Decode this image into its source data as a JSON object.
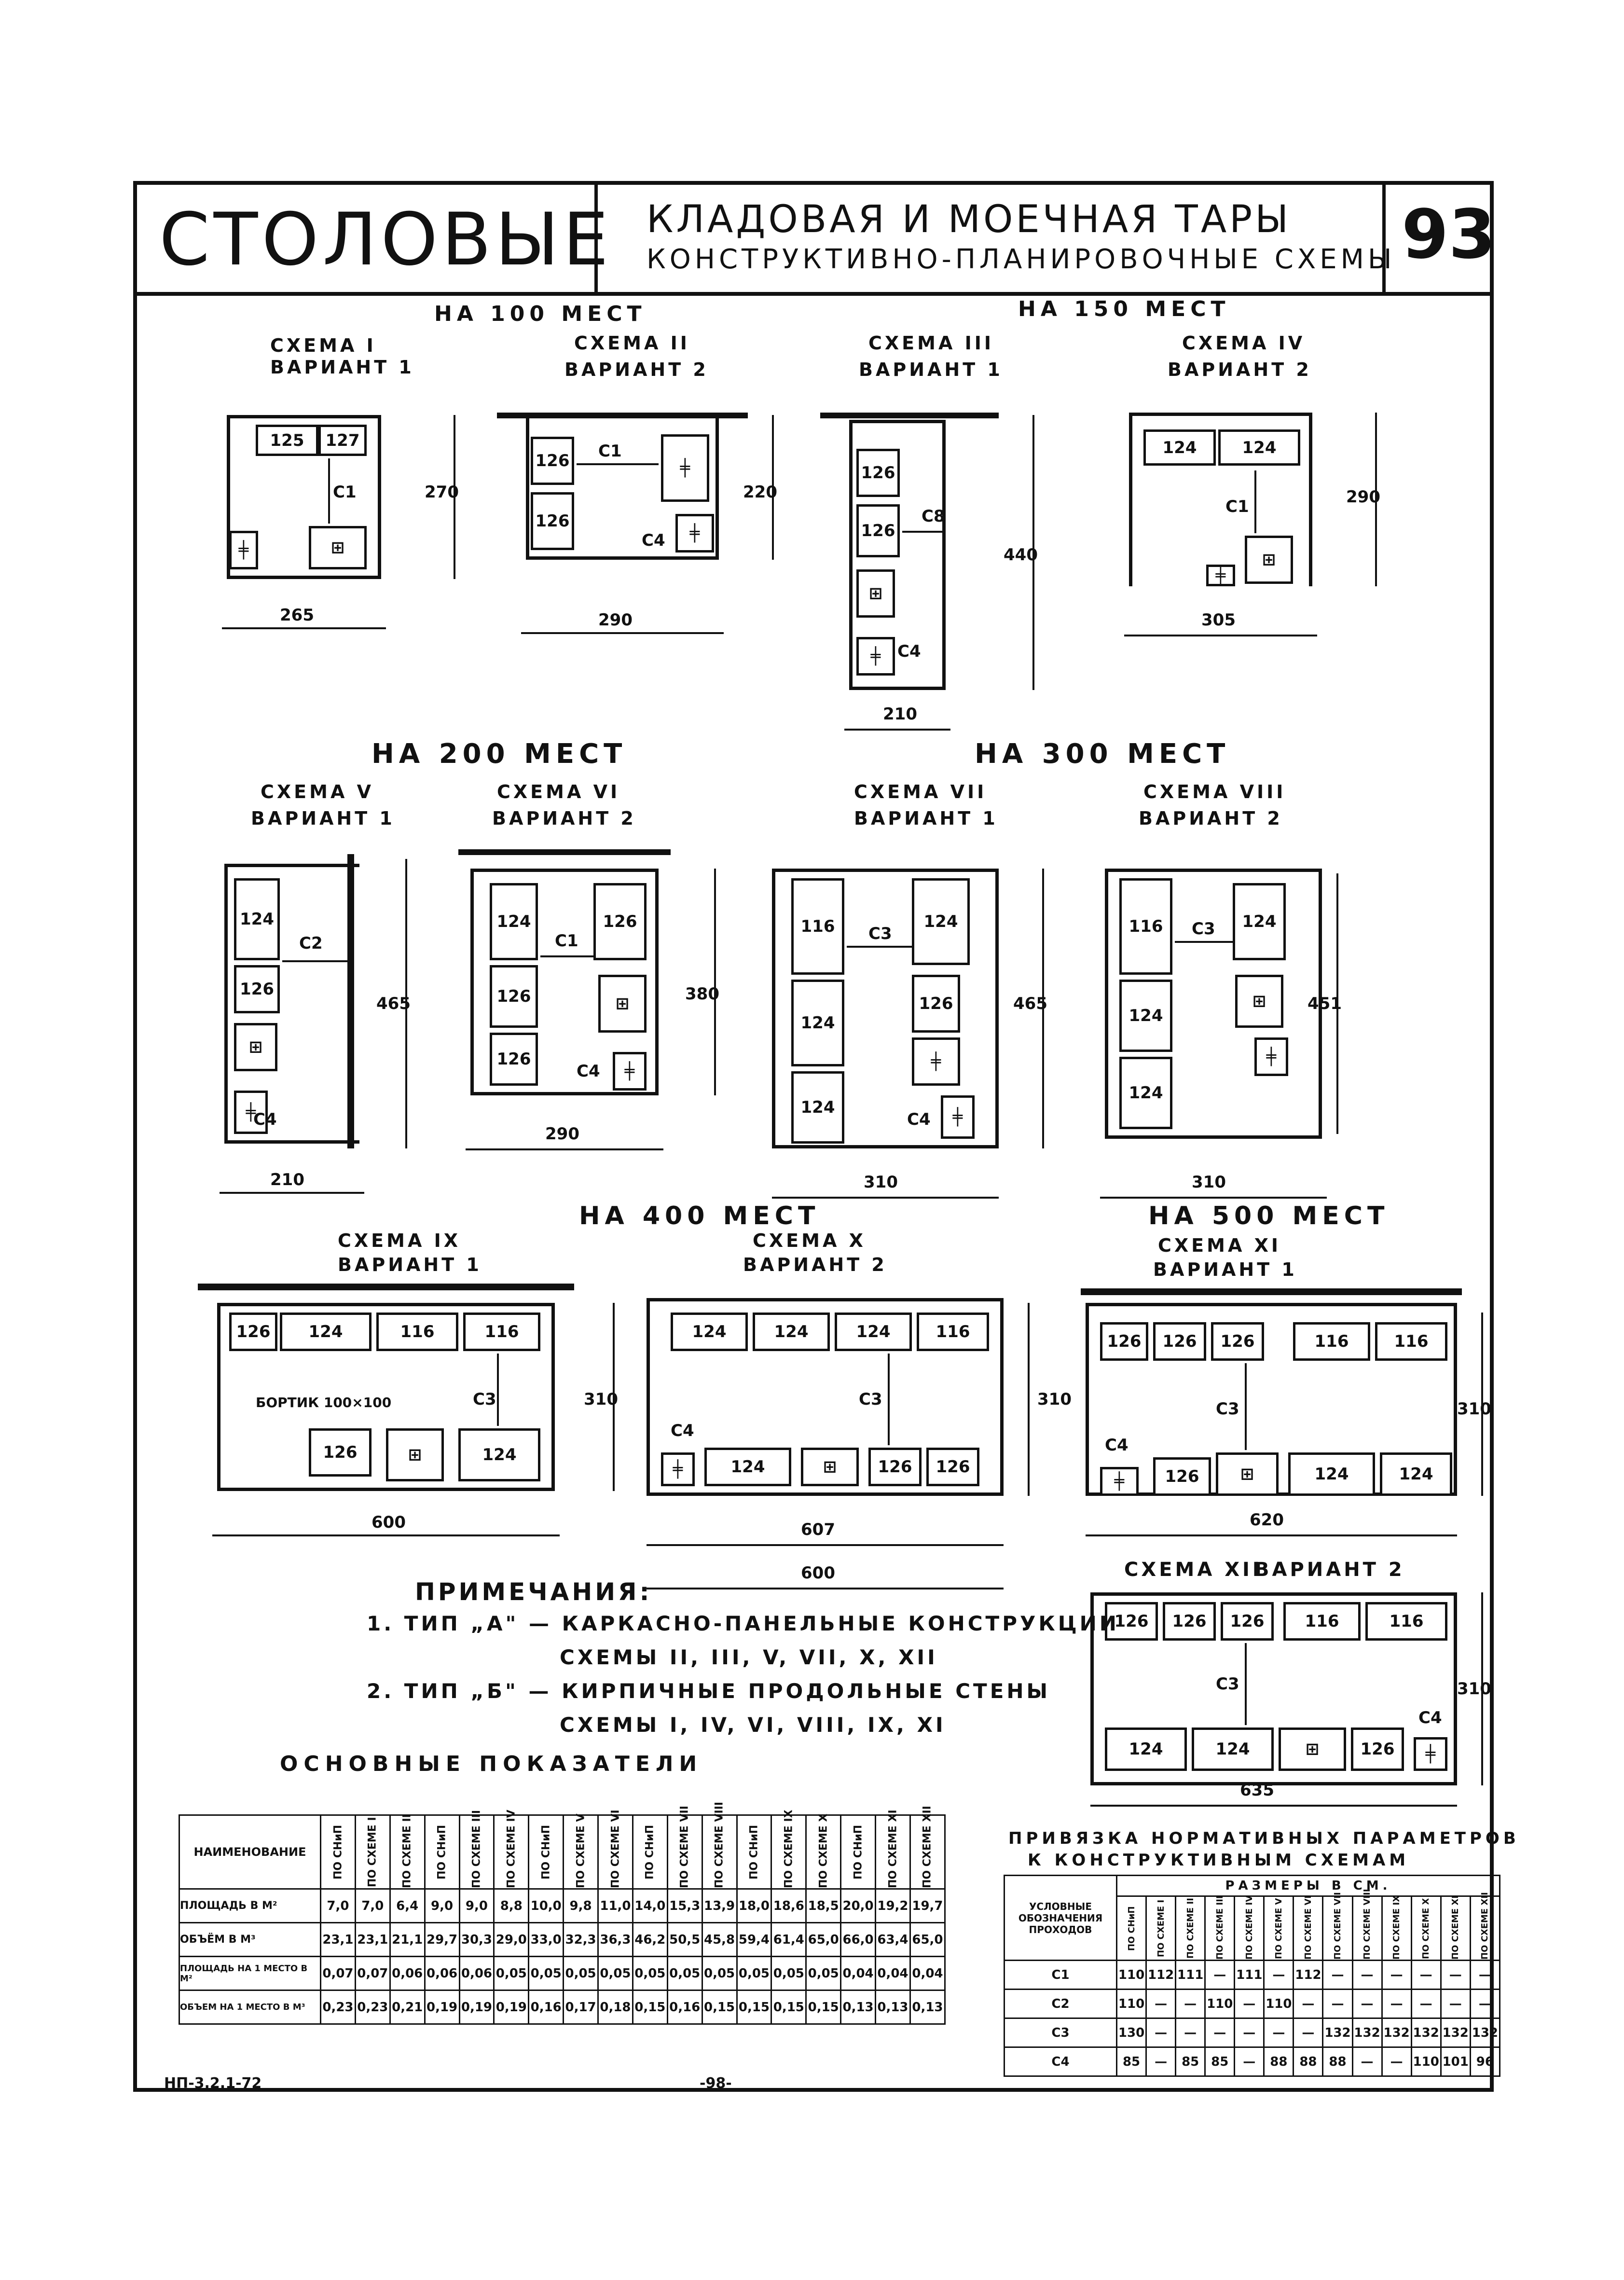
{
  "header": {
    "title": "СТОЛОВЫЕ",
    "subtitle1": "КЛАДОВАЯ И МОЕЧНАЯ ТАРЫ",
    "subtitle2": "КОНСТРУКТИВНО-ПЛАНИРОВОЧНЫЕ СХЕМЫ",
    "page_number": "93"
  },
  "sections": {
    "s100": "НА 100 МЕСТ",
    "s150": "НА 150 МЕСТ",
    "s200": "НА 200 МЕСТ",
    "s300": "НА 300 МЕСТ",
    "s400": "НА 400 МЕСТ",
    "s500": "НА 500 МЕСТ"
  },
  "schemes": [
    {
      "name": "СХЕМА I",
      "variant": "ВАРИАНТ 1",
      "width": "265",
      "height": "270",
      "units": [
        "125",
        "127"
      ],
      "pass": "C1"
    },
    {
      "name": "СХЕМА II",
      "variant": "ВАРИАНТ 2",
      "width": "290",
      "height": "220",
      "units": [
        "126",
        "126"
      ],
      "pass": "C1",
      "pass2": "C4"
    },
    {
      "name": "СХЕМА III",
      "variant": "ВАРИАНТ 1",
      "width": "210",
      "height": "440",
      "units": [
        "126",
        "126"
      ],
      "pass": "C8",
      "pass2": "C4"
    },
    {
      "name": "СХЕМА IV",
      "variant": "ВАРИАНТ 2",
      "width": "305",
      "height": "290",
      "units": [
        "124",
        "124"
      ],
      "pass": "C1"
    },
    {
      "name": "СХЕМА V",
      "variant": "ВАРИАНТ 1",
      "width": "210",
      "height": "465",
      "units": [
        "124",
        "126"
      ],
      "pass": "C2",
      "pass2": "C4"
    },
    {
      "name": "СХЕМА VI",
      "variant": "ВАРИАНТ 2",
      "width": "290",
      "height": "380",
      "units": [
        "124",
        "126",
        "126",
        "126"
      ],
      "pass": "C1",
      "pass2": "C4"
    },
    {
      "name": "СХЕМА VII",
      "variant": "ВАРИАНТ 1",
      "width": "310",
      "height": "465",
      "units": [
        "116",
        "124",
        "124",
        "124",
        "126"
      ],
      "pass": "C3",
      "pass2": "C4"
    },
    {
      "name": "СХЕМА VIII",
      "variant": "ВАРИАНТ 2",
      "width": "310",
      "height": "451",
      "units": [
        "116",
        "124",
        "124",
        "124"
      ],
      "pass": "C3"
    },
    {
      "name": "СХЕМА IX",
      "variant": "ВАРИАНТ 1",
      "width": "600",
      "height": "310",
      "units": [
        "126",
        "124",
        "116",
        "116",
        "126",
        "124"
      ],
      "pass": "C3",
      "label": "БОРТИК 100×100"
    },
    {
      "name": "СХЕМА X",
      "variant": "ВАРИАНТ 2",
      "width": "607",
      "width2": "600",
      "height": "310",
      "units": [
        "124",
        "124",
        "124",
        "116",
        "124",
        "126",
        "126"
      ],
      "pass": "C3",
      "pass2": "C4"
    },
    {
      "name": "СХЕМА XI",
      "variant": "ВАРИАНТ 1",
      "width": "620",
      "height": "310",
      "units": [
        "126",
        "126",
        "126",
        "116",
        "116",
        "126",
        "124",
        "124"
      ],
      "pass": "C3",
      "pass2": "C4"
    },
    {
      "name": "СХЕМА XII",
      "variant": "ВАРИАНТ 2",
      "width": "635",
      "height": "310",
      "units": [
        "126",
        "126",
        "126",
        "116",
        "116",
        "124",
        "124",
        "126"
      ],
      "pass": "C3",
      "pass2": "C4"
    }
  ],
  "notes": {
    "title": "ПРИМЕЧАНИЯ:",
    "n1": "1. ТИП „А\" — КАРКАСНО-ПАНЕЛЬНЫЕ КОНСТРУКЦИИ",
    "n1b": "СХЕМЫ II, III, V, VII, X, XII",
    "n2": "2. ТИП „Б\" — КИРПИЧНЫЕ ПРОДОЛЬНЫЕ СТЕНЫ",
    "n2b": "СХЕМЫ I, IV, VI, VIII, IX, XI"
  },
  "indicators": {
    "title": "ОСНОВНЫЕ ПОКАЗАТЕЛИ",
    "header": "НАИМЕНОВАНИЕ",
    "columns": [
      "ПО СНиП",
      "ПО СХЕМЕ I",
      "ПО СХЕМЕ II",
      "ПО СНиП",
      "ПО СХЕМЕ III",
      "ПО СХЕМЕ IV",
      "ПО СНиП",
      "ПО СХЕМЕ V",
      "ПО СХЕМЕ VI",
      "ПО СНиП",
      "ПО СХЕМЕ VII",
      "ПО СХЕМЕ VIII",
      "ПО СНиП",
      "ПО СХЕМЕ IX",
      "ПО СХЕМЕ X",
      "ПО СНиП",
      "ПО СХЕМЕ XI",
      "ПО СХЕМЕ XII"
    ],
    "rows": [
      {
        "name": "ПЛОЩАДЬ В М²",
        "values": [
          "7,0",
          "7,0",
          "6,4",
          "9,0",
          "9,0",
          "8,8",
          "10,0",
          "9,8",
          "11,0",
          "14,0",
          "15,3",
          "13,9",
          "18,0",
          "18,6",
          "18,5",
          "20,0",
          "19,2",
          "19,7"
        ]
      },
      {
        "name": "ОБЪЁМ В М³",
        "values": [
          "23,1",
          "23,1",
          "21,1",
          "29,7",
          "30,3",
          "29,0",
          "33,0",
          "32,3",
          "36,3",
          "46,2",
          "50,5",
          "45,8",
          "59,4",
          "61,4",
          "65,0",
          "66,0",
          "63,4",
          "65,0"
        ]
      },
      {
        "name": "ПЛОЩАДЬ НА 1 МЕСТО В М²",
        "values": [
          "0,07",
          "0,07",
          "0,06",
          "0,06",
          "0,06",
          "0,05",
          "0,05",
          "0,05",
          "0,05",
          "0,05",
          "0,05",
          "0,05",
          "0,05",
          "0,05",
          "0,05",
          "0,04",
          "0,04",
          "0,04"
        ]
      },
      {
        "name": "ОБЪЕМ НА 1 МЕСТО В М³",
        "values": [
          "0,23",
          "0,23",
          "0,21",
          "0,19",
          "0,19",
          "0,19",
          "0,16",
          "0,17",
          "0,18",
          "0,15",
          "0,16",
          "0,15",
          "0,15",
          "0,15",
          "0,15",
          "0,13",
          "0,13",
          "0,13"
        ]
      }
    ]
  },
  "binding": {
    "title1": "ПРИВЯЗКА НОРМАТИВНЫХ ПАРАМЕТРОВ",
    "title2": "К КОНСТРУКТИВНЫМ СХЕМАМ",
    "col_header1": "УСЛОВНЫЕ ОБОЗНАЧЕНИЯ ПРОХОДОВ",
    "col_header2": "РАЗМЕРЫ В СМ.",
    "columns": [
      "ПО СНиП",
      "ПО СХЕМЕ I",
      "ПО СХЕМЕ II",
      "ПО СХЕМЕ III",
      "ПО СХЕМЕ IV",
      "ПО СХЕМЕ V",
      "ПО СХЕМЕ VI",
      "ПО СХЕМЕ VII",
      "ПО СХЕМЕ VIII",
      "ПО СХЕМЕ IX",
      "ПО СХЕМЕ X",
      "ПО СХЕМЕ XI",
      "ПО СХЕМЕ XII"
    ],
    "rows": [
      {
        "name": "C1",
        "values": [
          "110",
          "112",
          "111",
          "—",
          "111",
          "—",
          "112",
          "—",
          "—",
          "—",
          "—",
          "—",
          "—"
        ]
      },
      {
        "name": "C2",
        "values": [
          "110",
          "—",
          "—",
          "110",
          "—",
          "110",
          "—",
          "—",
          "—",
          "—",
          "—",
          "—",
          "—"
        ]
      },
      {
        "name": "C3",
        "values": [
          "130",
          "—",
          "—",
          "—",
          "—",
          "—",
          "—",
          "132",
          "132",
          "132",
          "132",
          "132",
          "132"
        ]
      },
      {
        "name": "C4",
        "values": [
          "85",
          "—",
          "85",
          "85",
          "—",
          "88",
          "88",
          "88",
          "—",
          "—",
          "110",
          "101",
          "96"
        ]
      }
    ]
  },
  "footer": {
    "code": "НП-3.2.1-72",
    "page": "-98-"
  }
}
